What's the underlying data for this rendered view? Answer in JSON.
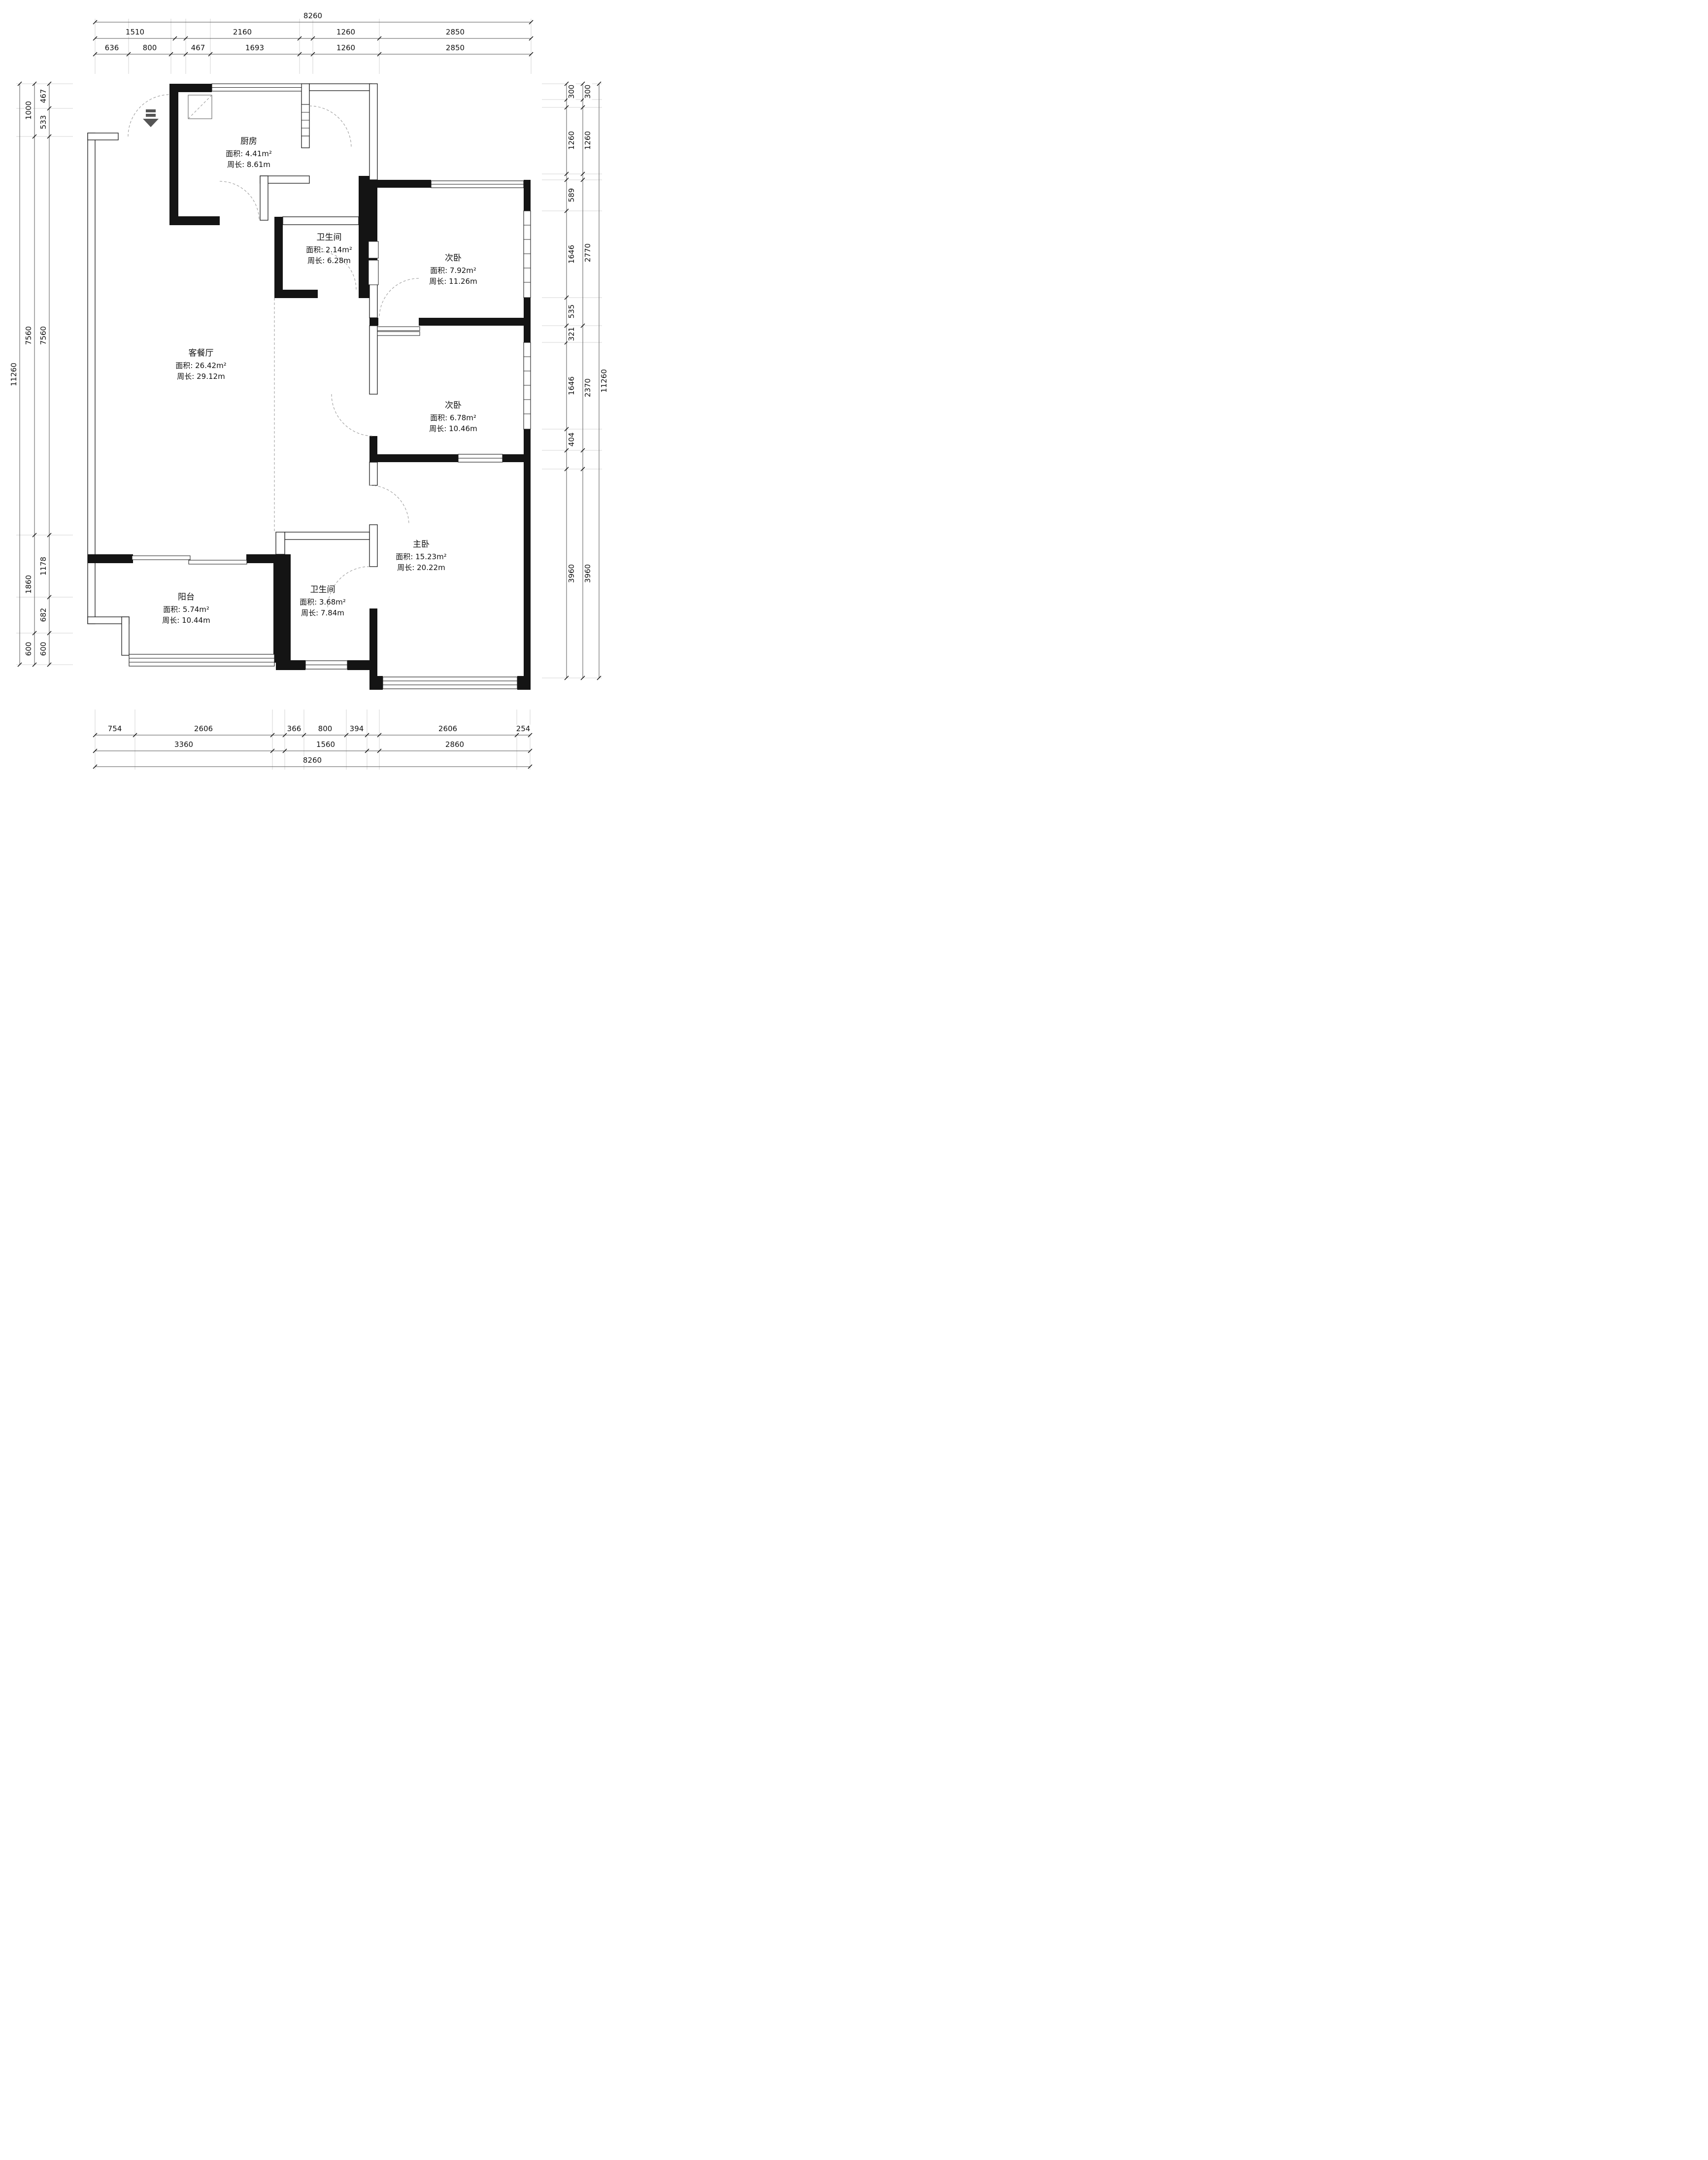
{
  "rooms": [
    {
      "name": "厨房",
      "area": "面积: 4.41m²",
      "perimeter": "周长: 8.61m"
    },
    {
      "name": "卫生间",
      "area": "面积: 2.14m²",
      "perimeter": "周长: 6.28m"
    },
    {
      "name": "次卧",
      "area": "面积: 7.92m²",
      "perimeter": "周长: 11.26m"
    },
    {
      "name": "客餐厅",
      "area": "面积: 26.42m²",
      "perimeter": "周长: 29.12m"
    },
    {
      "name": "次卧",
      "area": "面积: 6.78m²",
      "perimeter": "周长: 10.46m"
    },
    {
      "name": "主卧",
      "area": "面积: 15.23m²",
      "perimeter": "周长: 20.22m"
    },
    {
      "name": "卫生间",
      "area": "面积: 3.68m²",
      "perimeter": "周长: 7.84m"
    },
    {
      "name": "阳台",
      "area": "面积: 5.74m²",
      "perimeter": "周长: 10.44m"
    }
  ],
  "dims": {
    "top": {
      "row1": [
        "8260"
      ],
      "row2": [
        "1510",
        "2160",
        "1260",
        "2850"
      ],
      "row3": [
        "636",
        "800",
        "467",
        "1693",
        "1260",
        "2850"
      ]
    },
    "bottom": {
      "row1": [
        "754",
        "2606",
        "366",
        "800",
        "394",
        "2606",
        "254"
      ],
      "row2": [
        "3360",
        "1560",
        "2860"
      ],
      "row3": [
        "8260"
      ]
    },
    "left": {
      "col1": [
        "11260"
      ],
      "col2": [
        "1000",
        "7560",
        "1860",
        "600"
      ],
      "col3": [
        "467",
        "533",
        "7560",
        "1178",
        "682",
        "600"
      ]
    },
    "right": {
      "col1": [
        "300",
        "1260",
        "589",
        "1646",
        "535",
        "321",
        "1646",
        "404",
        "3960"
      ],
      "col2": [
        "300",
        "1260",
        "2770",
        "2370",
        "3960"
      ],
      "col3": [
        "11260"
      ]
    }
  }
}
